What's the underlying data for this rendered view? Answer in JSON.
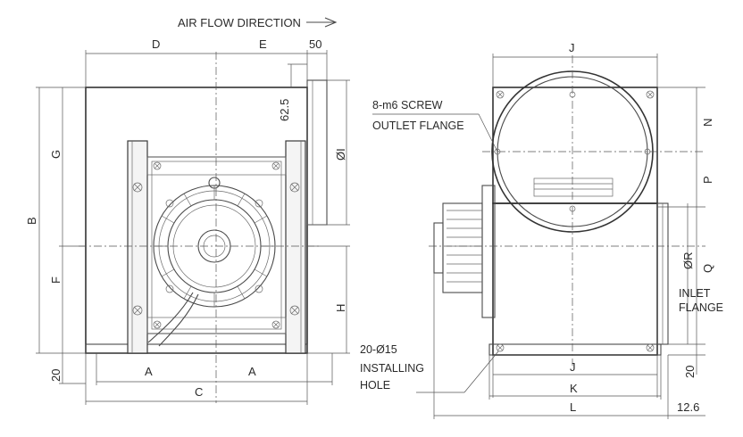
{
  "title": "AIR FLOW DIRECTION",
  "front_view": {
    "dims": {
      "D": "D",
      "E": "E",
      "offset_50": "50",
      "offset_62_5": "62.5",
      "phi_I": "ØI",
      "G": "G",
      "B": "B",
      "F": "F",
      "H": "H",
      "bottom_20": "20",
      "A_left": "A",
      "A_right": "A",
      "C": "C"
    }
  },
  "side_view": {
    "dims": {
      "J_top": "J",
      "N": "N",
      "P": "P",
      "phi_R": "ØR",
      "Q": "Q",
      "J_bottom": "J",
      "K": "K",
      "L": "L",
      "right_20": "20",
      "offset_12_6": "12.6"
    },
    "notes": {
      "screw": "8-m6 SCREW",
      "outlet_flange": "OUTLET FLANGE",
      "inlet_flange_1": "INLET",
      "inlet_flange_2": "FLANGE",
      "installing_1": "20-Ø15",
      "installing_2": "INSTALLING",
      "installing_3": "HOLE"
    }
  }
}
